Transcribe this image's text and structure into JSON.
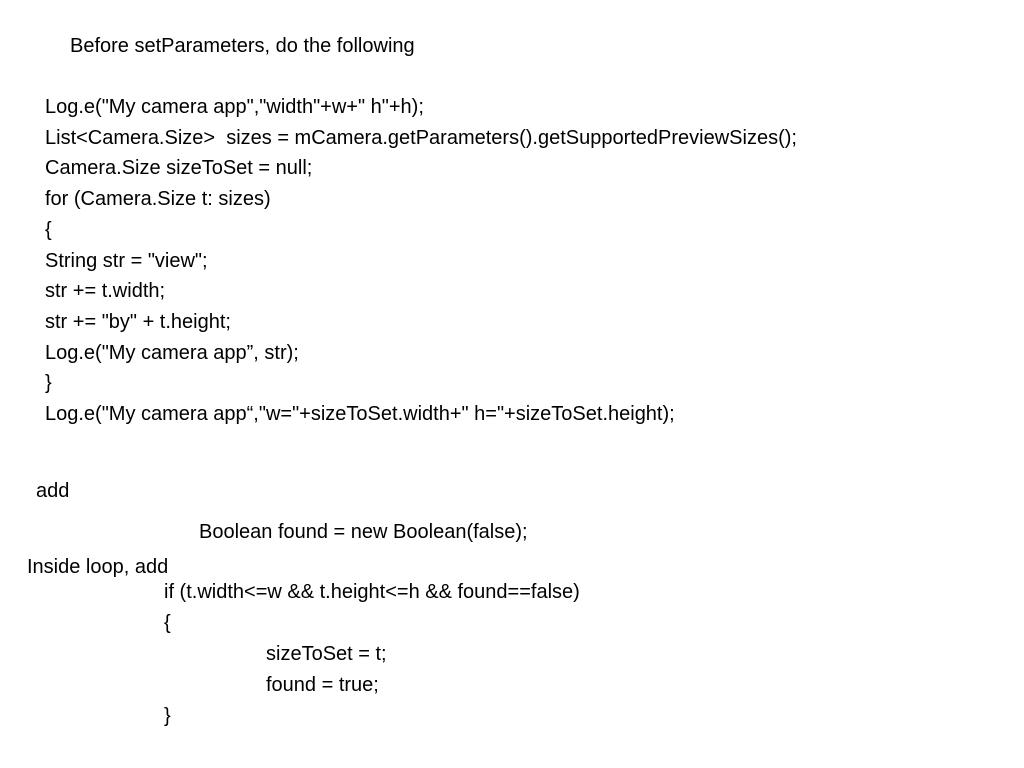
{
  "slide": {
    "heading": "Before setParameters, do the following",
    "code_block_1": [
      "Log.e(\"My camera app\",\"width\"+w+\" h\"+h);",
      "List<Camera.Size>  sizes = mCamera.getParameters().getSupportedPreviewSizes();",
      "Camera.Size sizeToSet = null;",
      "for (Camera.Size t: sizes)",
      "{",
      "String str = \"view\";",
      "str += t.width;",
      "str += \"by\" + t.height;",
      "Log.e(\"My camera app”, str);",
      "}",
      "Log.e(\"My camera app“,\"w=\"+sizeToSet.width+\" h=\"+sizeToSet.height);"
    ],
    "add_label": "add",
    "add_code": "Boolean found = new Boolean(false);",
    "inside_loop_label": "Inside loop, add",
    "loop_code": {
      "if_line": "if (t.width<=w && t.height<=h && found==false)",
      "open_brace": "{",
      "assign_line": "sizeToSet = t;",
      "found_line": "found = true;",
      "close_brace": "}"
    }
  }
}
